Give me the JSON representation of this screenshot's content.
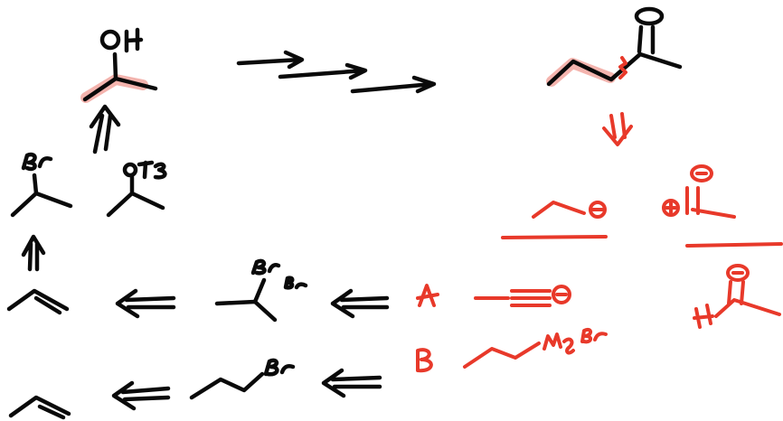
{
  "colors": {
    "ink": "#0a0a0a",
    "annotation": "#e8392a",
    "highlight": "#f2a7a0"
  },
  "labels": {
    "oh": "OH",
    "br_top": "Br",
    "ots": "OTs",
    "br_gem_1": "Br",
    "br_gem_2": "Br",
    "route_a": "A",
    "route_b": "B",
    "br_chain": "Br",
    "mgbr": "MgBr",
    "minus": "−",
    "plus": "+",
    "h": "H",
    "disconnect_arrow": "⇓"
  }
}
